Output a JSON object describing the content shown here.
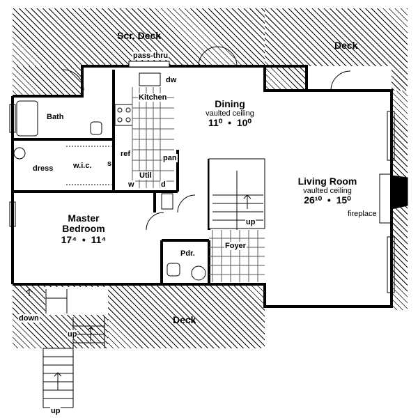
{
  "rooms": {
    "screened_deck": {
      "label": "Scr. Deck"
    },
    "deck_top": {
      "label": "Deck"
    },
    "deck_bottom": {
      "label": "Deck"
    },
    "dining": {
      "label": "Dining",
      "note": "vaulted ceiling",
      "width": "11⁰",
      "sep": "•",
      "depth": "10⁰"
    },
    "living": {
      "label": "Living Room",
      "note": "vaulted ceiling",
      "width": "26¹⁰",
      "sep": "•",
      "depth": "15⁰"
    },
    "master": {
      "label": "Master",
      "label2": "Bedroom",
      "width": "17⁴",
      "sep": "•",
      "depth": "11⁴"
    },
    "kitchen": {
      "label": "Kitchen"
    },
    "bath": {
      "label": "Bath"
    },
    "foyer": {
      "label": "Foyer"
    },
    "powder": {
      "label": "Pdr."
    },
    "utility": {
      "label": "Util"
    },
    "wic": {
      "label": "w.i.c."
    },
    "dress": {
      "label": "dress"
    }
  },
  "fixtures": {
    "pass_thru": "pass-thru",
    "dw": "dw",
    "ref": "ref",
    "pan": "pan",
    "s": "s",
    "w": "w",
    "d": "d",
    "fireplace": "fireplace"
  },
  "stairs": {
    "foyer_up": "up",
    "left_down": "down",
    "left_up": "up",
    "bottom_up": "up"
  }
}
